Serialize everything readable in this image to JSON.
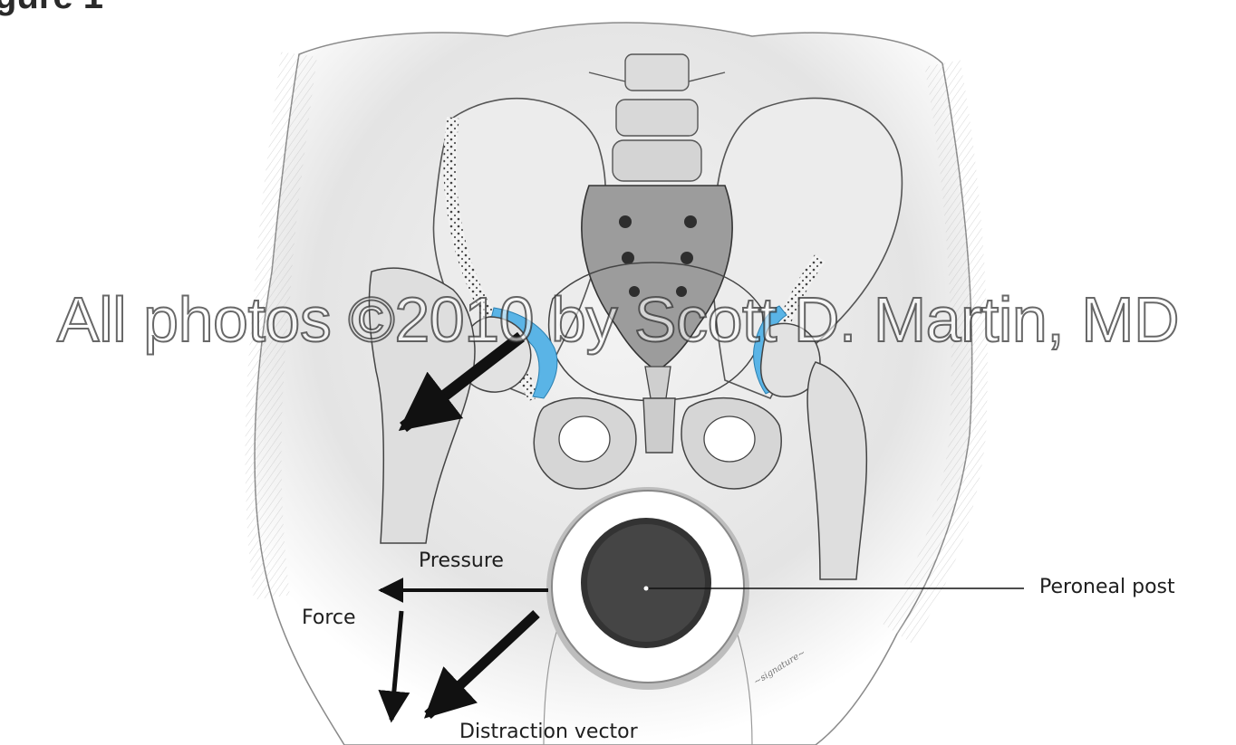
{
  "partial_heading": "gure 1",
  "watermark": "All photos ©2010 by Scott D. Martin, MD",
  "labels": {
    "pressure": "Pressure",
    "peroneal_post": "Peroneal post",
    "force": "Force",
    "distraction_vector": "Distraction vector"
  },
  "colors": {
    "background": "#ffffff",
    "bone_shade": "#e6e6e6",
    "cartilage_highlight": "#5ab4e6",
    "post_outer": "#ffffff",
    "post_inner": "#3c3c3c",
    "arrow": "#111111"
  }
}
